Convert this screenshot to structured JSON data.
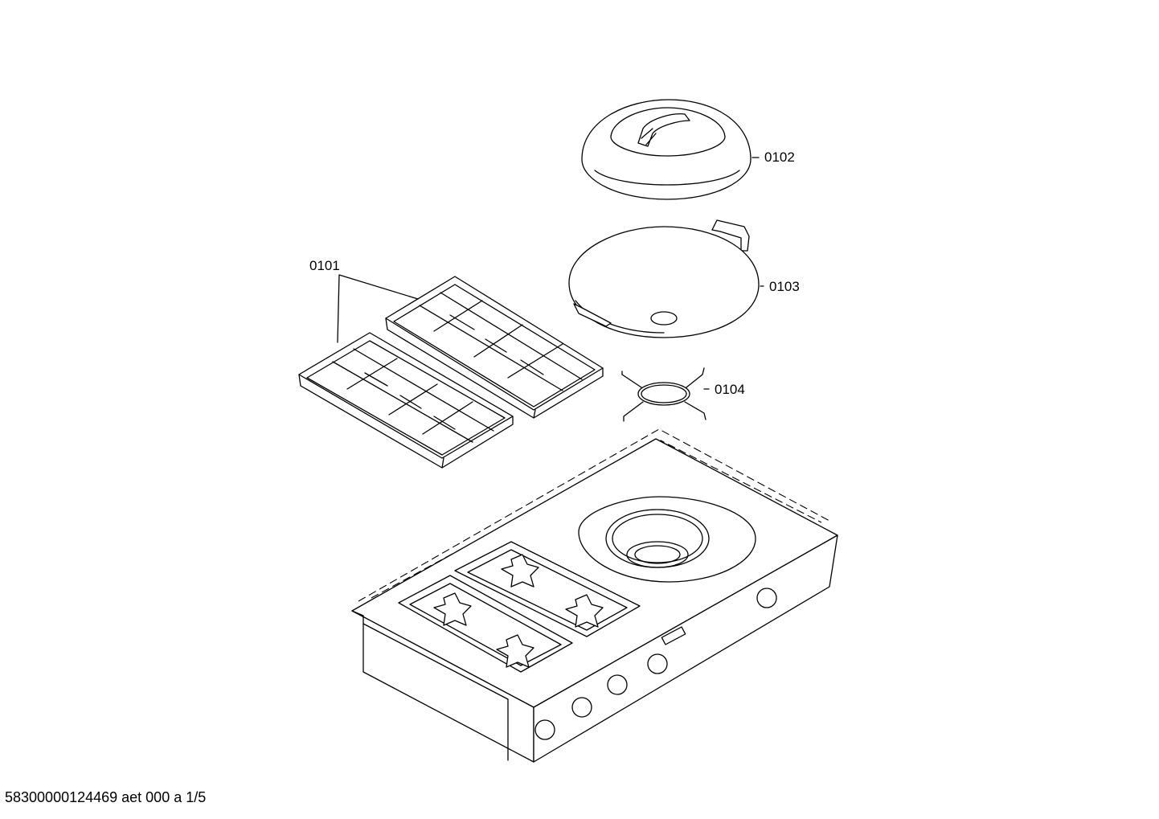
{
  "callouts": {
    "grates": "0101",
    "wok_lid": "0102",
    "wok_pan": "0103",
    "wok_ring": "0104"
  },
  "footer": {
    "document_code": "58300000124469 aet 000 a 1/5"
  }
}
